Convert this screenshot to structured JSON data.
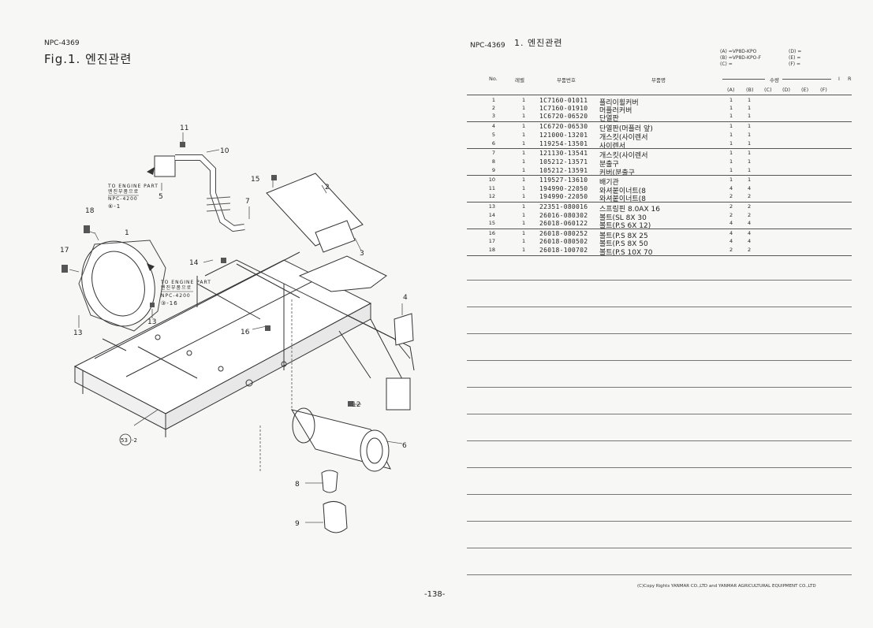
{
  "left": {
    "code": "NPC-4369",
    "fig_title": "Fig.1.  엔진관련",
    "callouts": [
      "1",
      "2",
      "3",
      "4",
      "5",
      "6",
      "7",
      "8",
      "9",
      "10",
      "11",
      "12",
      "13",
      "13",
      "14",
      "15",
      "16",
      "17",
      "18"
    ],
    "note1": {
      "line1": "TO ENGINE PART",
      "line2": "엔진부품으로",
      "line3": "NPC-4200",
      "ref": "⑥-1"
    },
    "note2": {
      "line1": "TO ENGINE PART",
      "line2": "엔진부품으로",
      "line3": "NPC-4200",
      "ref": "③-16"
    },
    "frame_ref": "53",
    "frame_ref_suffix": "-2"
  },
  "right": {
    "code": "NPC-4369",
    "section_title": "1.  엔진관련",
    "models": {
      "a": "(A) =VP8D-KPO",
      "b": "(B) =VP8D-KPO-F",
      "c": "(C) =",
      "d": "(D) =",
      "e": "(E) =",
      "f": "(F) ="
    },
    "headers": {
      "no": "No.",
      "level": "레벨",
      "part_no": "부품번호",
      "part_name": "부품명",
      "qty": "수량",
      "i": "I",
      "r": "R",
      "cols": [
        "(A)",
        "(B)",
        "(C)",
        "(D)",
        "(E)",
        "(F)"
      ]
    },
    "rows": [
      {
        "no": "1",
        "lv": "1",
        "pn": "1C7160-01011",
        "name": "플리이휠커버",
        "a": "1",
        "b": "1"
      },
      {
        "no": "2",
        "lv": "1",
        "pn": "1C7160-01910",
        "name": "머플러커버",
        "a": "1",
        "b": "1"
      },
      {
        "no": "3",
        "lv": "1",
        "pn": "1C6720-06520",
        "name": "단열판",
        "a": "1",
        "b": "1"
      },
      {
        "no": "4",
        "lv": "1",
        "pn": "1C6720-06530",
        "name": "단열판(머플러 앞)",
        "a": "1",
        "b": "1"
      },
      {
        "no": "5",
        "lv": "1",
        "pn": "121000-13201",
        "name": "개스킷(사이렌서",
        "a": "1",
        "b": "1"
      },
      {
        "no": "6",
        "lv": "1",
        "pn": "119254-13501",
        "name": "사이렌서",
        "a": "1",
        "b": "1"
      },
      {
        "no": "7",
        "lv": "1",
        "pn": "121130-13541",
        "name": "개스킷(사이렌서",
        "a": "1",
        "b": "1"
      },
      {
        "no": "8",
        "lv": "1",
        "pn": "105212-13571",
        "name": "분출구",
        "a": "1",
        "b": "1"
      },
      {
        "no": "9",
        "lv": "1",
        "pn": "105212-13591",
        "name": "커버(분출구",
        "a": "1",
        "b": "1"
      },
      {
        "no": "10",
        "lv": "1",
        "pn": "119527-13610",
        "name": "배기관",
        "a": "1",
        "b": "1"
      },
      {
        "no": "11",
        "lv": "1",
        "pn": "194990-22050",
        "name": "와셔붙이너트(8",
        "a": "4",
        "b": "4"
      },
      {
        "no": "12",
        "lv": "1",
        "pn": "194990-22050",
        "name": "와셔붙이너트(8",
        "a": "2",
        "b": "2"
      },
      {
        "no": "13",
        "lv": "1",
        "pn": "22351-080016",
        "name": "스프링핀 8.0AX 16",
        "a": "2",
        "b": "2"
      },
      {
        "no": "14",
        "lv": "1",
        "pn": "26016-080302",
        "name": "볼트(SL  8X 30",
        "a": "2",
        "b": "2"
      },
      {
        "no": "15",
        "lv": "1",
        "pn": "26018-060122",
        "name": "볼트(P.S 6X 12)",
        "a": "4",
        "b": "4"
      },
      {
        "no": "16",
        "lv": "1",
        "pn": "26018-080252",
        "name": "볼트(P.S 8X 25",
        "a": "4",
        "b": "4"
      },
      {
        "no": "17",
        "lv": "1",
        "pn": "26018-080502",
        "name": "볼트(P.S 8X 50",
        "a": "4",
        "b": "4"
      },
      {
        "no": "18",
        "lv": "1",
        "pn": "26018-100702",
        "name": "볼트(P.S 10X 70",
        "a": "2",
        "b": "2"
      }
    ],
    "page_number": "-138-",
    "copyright": "(C)Copy Rights YANMAR CO.,LTD and YANMAR AGRICULTURAL EQUIPMENT CO.,LTD"
  }
}
